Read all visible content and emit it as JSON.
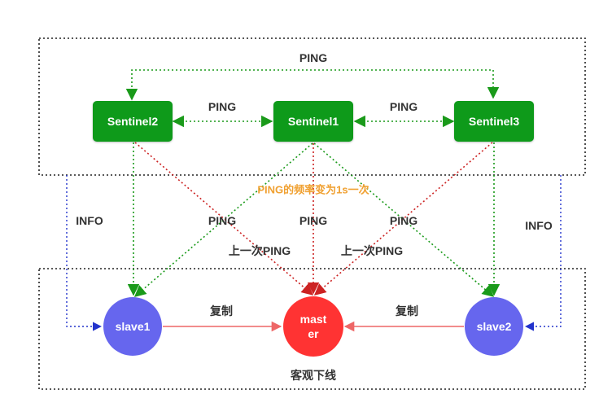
{
  "nodes": {
    "sentinel1": "Sentinel1",
    "sentinel2": "Sentinel2",
    "sentinel3": "Sentinel3",
    "slave1": "slave1",
    "master": "master",
    "slave2": "slave2"
  },
  "labels": {
    "ping_top": "PING",
    "ping_s2_s1": "PING",
    "ping_s1_s3": "PING",
    "ping_to_slave1": "PING",
    "ping_to_master": "PING",
    "ping_to_slave2": "PING",
    "ping_frequency": "PING的频率变为1s一次",
    "info_left": "INFO",
    "info_right": "INFO",
    "last_ping_left": "上一次PING",
    "last_ping_right": "上一次PING",
    "replicate_left": "复制",
    "replicate_right": "复制",
    "objectively_down": "客观下线"
  },
  "colors": {
    "sentinel": "#0e9a1a",
    "slave": "#6666ee",
    "master": "#ff3333",
    "ping_green": "#1a9a1a",
    "ping_red": "#cc2222",
    "info_blue": "#2233cc",
    "replicate_line": "#ee6666",
    "highlight_text": "#f0a030"
  }
}
